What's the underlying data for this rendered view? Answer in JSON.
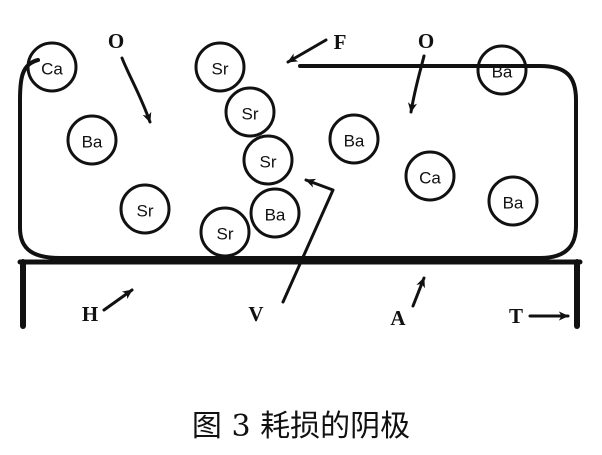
{
  "atoms": [
    {
      "id": "ca-1",
      "label": "Ca"
    },
    {
      "id": "sr-top",
      "label": "Sr"
    },
    {
      "id": "ba-top-right",
      "label": "Ba"
    },
    {
      "id": "sr-2",
      "label": "Sr"
    },
    {
      "id": "sr-3",
      "label": "Sr"
    },
    {
      "id": "ba-left",
      "label": "Ba"
    },
    {
      "id": "ba-mid",
      "label": "Ba"
    },
    {
      "id": "ca-2",
      "label": "Ca"
    },
    {
      "id": "ba-right",
      "label": "Ba"
    },
    {
      "id": "sr-left",
      "label": "Sr"
    },
    {
      "id": "ba-chain",
      "label": "Ba"
    },
    {
      "id": "sr-bottom",
      "label": "Sr"
    }
  ],
  "arrow_labels": {
    "o_left": "O",
    "o_right": "O",
    "f": "F",
    "h": "H",
    "v": "V",
    "a": "A",
    "t": "T"
  },
  "caption": "图 3  耗损的阴极"
}
